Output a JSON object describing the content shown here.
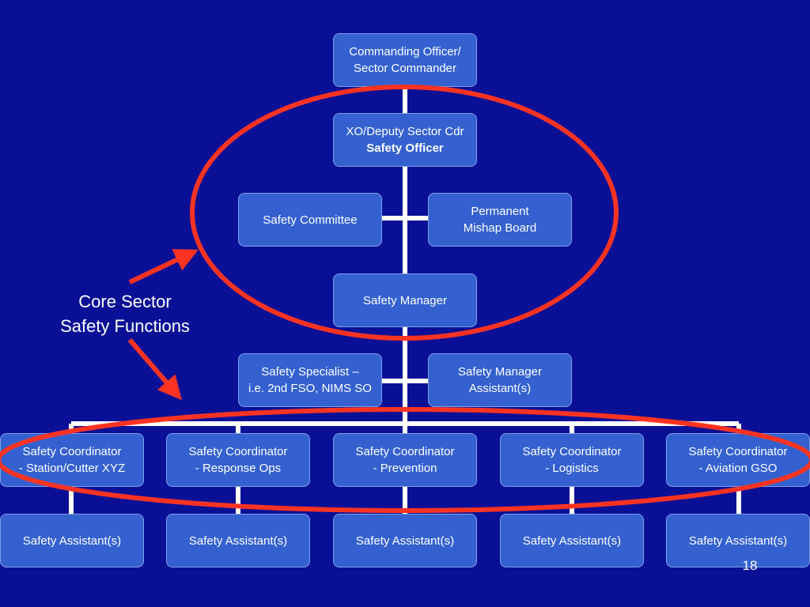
{
  "chart": {
    "commanding_officer": {
      "line1": "Commanding Officer/",
      "line2": "Sector Commander"
    },
    "xo": {
      "line1": "XO/Deputy Sector Cdr",
      "line2": "Safety Officer"
    },
    "safety_committee": "Safety Committee",
    "mishap_board": {
      "line1": "Permanent",
      "line2": "Mishap Board"
    },
    "safety_manager": "Safety Manager",
    "safety_specialist": {
      "line1": "Safety Specialist –",
      "line2": "i.e. 2nd FSO, NIMS SO"
    },
    "manager_assistant": {
      "line1": "Safety Manager",
      "line2": "Assistant(s)"
    },
    "coordinators": [
      {
        "line1": "Safety Coordinator",
        "line2": "- Station/Cutter XYZ"
      },
      {
        "line1": "Safety Coordinator",
        "line2": "- Response Ops"
      },
      {
        "line1": "Safety Coordinator",
        "line2": "- Prevention"
      },
      {
        "line1": "Safety Coordinator",
        "line2": "- Logistics"
      },
      {
        "line1": "Safety Coordinator",
        "line2": "- Aviation GSO"
      }
    ],
    "assistants": [
      "Safety Assistant(s)",
      "Safety Assistant(s)",
      "Safety Assistant(s)",
      "Safety Assistant(s)",
      "Safety Assistant(s)"
    ]
  },
  "annotation": {
    "line1": "Core Sector",
    "line2": "Safety Functions"
  },
  "page_number": "18",
  "colors": {
    "background": "#0a1096",
    "box_fill": "#3461cf",
    "highlight": "#ff3322",
    "connector": "#ffffff"
  }
}
